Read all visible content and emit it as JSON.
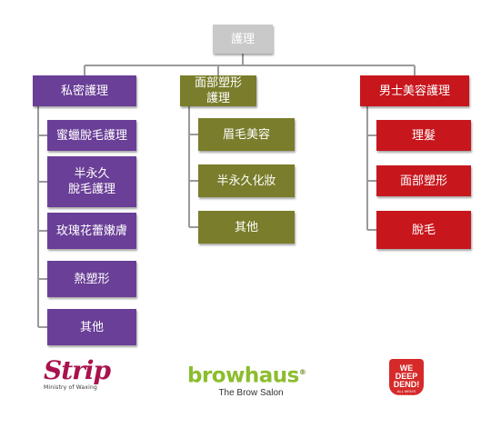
{
  "diagram": {
    "root": "護理",
    "branches": [
      {
        "label": "私密護理",
        "items": [
          "蜜蠟脫毛護理",
          "半永久\n脫毛護理",
          "玫瑰花蕾嫩膚",
          "熱塑形",
          "其他"
        ],
        "color": "#6a3f97"
      },
      {
        "label": "面部塑形\n護理",
        "items": [
          "眉毛美容",
          "半永久化妝",
          "其他"
        ],
        "color": "#7a7d2b"
      },
      {
        "label": "男士美容護理",
        "items": [
          "理髮",
          "面部塑形",
          "脫毛"
        ],
        "color": "#c7171d"
      }
    ]
  },
  "logos": {
    "strip": {
      "name": "Strip",
      "tagline": "Ministry of Waxing"
    },
    "browhaus": {
      "name": "browhaus",
      "registered": "®",
      "tagline": "The Brow Salon"
    },
    "wedeepend": {
      "name_line1": "WE DEEP",
      "name_line2": "DEND!",
      "tagline": "ALL MEN'S GROOMING"
    }
  },
  "colors": {
    "root": "#c9c9c9",
    "purple": "#6a3f97",
    "olive": "#7a7d2b",
    "red": "#c7171d",
    "connector": "#9a9a9a"
  }
}
